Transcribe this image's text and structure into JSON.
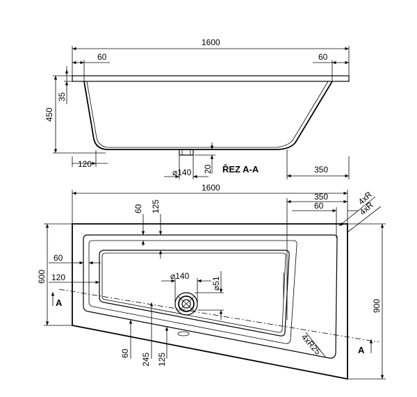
{
  "section_view": {
    "width_total": "1600",
    "rim_left": "60",
    "rim_right": "60",
    "height_total": "450",
    "rim_height": "35",
    "bottom_left": "120",
    "drain_diameter": "⌀140",
    "drain_height": "20",
    "section_label": "ŘEZ A-A",
    "bottom_right": "350"
  },
  "plan_view": {
    "width_total": "1600",
    "top_right_350": "350",
    "top_right_60": "60",
    "corner_radius_top": "4xR",
    "corner_radius_top2": "4xR",
    "inner_60_top": "60",
    "inner_125_top": "125",
    "left_60": "60",
    "left_120": "120",
    "height_600": "600",
    "height_900": "900",
    "drain_diameter": "⌀140",
    "drain_offset": "⌀51",
    "bottom_60": "60",
    "bottom_245": "245",
    "bottom_125": "125",
    "corner_radius_bottom": "4xR25",
    "section_marker_left": "A",
    "section_marker_right": "A"
  }
}
